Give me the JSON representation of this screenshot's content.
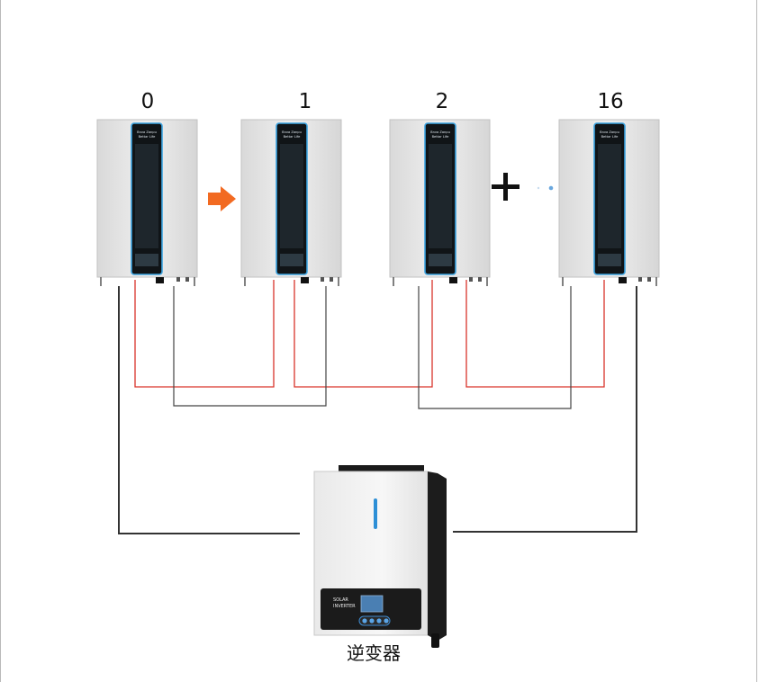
{
  "battery_labels": [
    "0",
    "1",
    "2",
    "16"
  ],
  "battery_panel_text": {
    "line1": "Bnva Zanpu",
    "line2": "Bettar Life"
  },
  "inverter": {
    "label": "逆变器",
    "panel_line1": "SOLAR",
    "panel_line2": "INVERTER"
  },
  "symbols": {
    "arrow": "orange-right-arrow",
    "plus": "+",
    "ellipsis": "dots"
  },
  "colors": {
    "positive_wire": "#d9342b",
    "negative_wire": "#333333",
    "arrow": "#f26a21",
    "accent": "#2d8fd6"
  }
}
